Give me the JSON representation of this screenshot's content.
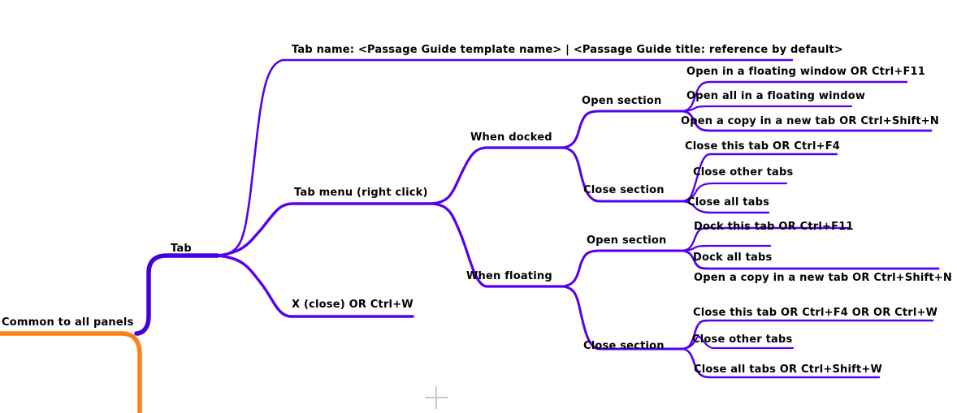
{
  "diagram": {
    "type": "mind-map",
    "title": "Tab behaviour mind map",
    "colors": {
      "branch_purple": "#5500ee",
      "branch_purple_dark": "#4400dd",
      "root_orange": "#ff7f18",
      "text": "#000000",
      "background": "#ffffff",
      "crosshair": "#c8c8c8"
    }
  },
  "root": {
    "label": "Common to all panels",
    "color": "#ff7f18"
  },
  "tab": {
    "label": "Tab",
    "color": "#5500ee"
  },
  "tab_children": [
    {
      "label": "Tab name: <Passage Guide template name> | <Passage Guide title: reference by default>"
    },
    {
      "label": "Tab menu (right click)"
    },
    {
      "label": "X (close) OR Ctrl+W"
    }
  ],
  "tab_menu_children": [
    {
      "label": "When docked"
    },
    {
      "label": "When floating"
    }
  ],
  "docked": {
    "open_section": {
      "label": "Open section",
      "items": [
        {
          "label": "Open in a floating window OR Ctrl+F11"
        },
        {
          "label": "Open all in a floating window"
        },
        {
          "label": "Open a copy in a new tab OR Ctrl+Shift+N"
        }
      ]
    },
    "close_section": {
      "label": "Close section",
      "items": [
        {
          "label": "Close this tab OR Ctrl+F4"
        },
        {
          "label": "Close other tabs"
        },
        {
          "label": "Close all tabs"
        }
      ]
    }
  },
  "floating": {
    "open_section": {
      "label": "Open section",
      "items": [
        {
          "label": "Dock this tab OR Ctrl+F11"
        },
        {
          "label": "Dock all tabs"
        },
        {
          "label": "Open a copy in a new tab OR Ctrl+Shift+N"
        }
      ]
    },
    "close_section": {
      "label": "Close section",
      "items": [
        {
          "label": "Close this tab OR Ctrl+F4 OR OR Ctrl+W"
        },
        {
          "label": "Close other tabs"
        },
        {
          "label": "Close all tabs OR Ctrl+Shift+W"
        }
      ]
    }
  },
  "marker": {
    "label": "crosshair"
  }
}
